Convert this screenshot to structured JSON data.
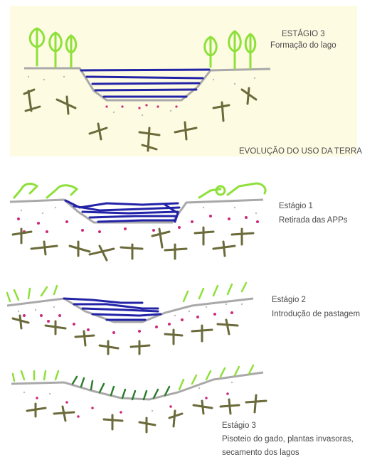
{
  "caption": "EVOLUÇÃO DO USO DA TERRA",
  "stages": [
    {
      "title": "ESTÁGIO 3",
      "lines": [
        "Formação do lago"
      ]
    },
    {
      "title": "Estágio 1",
      "lines": [
        "Retirada das APPs"
      ]
    },
    {
      "title": "Estágio 2",
      "lines": [
        "Introdução de pastagem"
      ]
    },
    {
      "title": "Estágio 3",
      "lines": [
        "Pisoteio do gado, plantas invasoras,",
        "secamento dos lagos"
      ]
    }
  ],
  "colors": {
    "ground": "#a9a9a9",
    "water": "#2323a8",
    "vegetation": "#8ee03a",
    "dark_vegetation": "#2e7d2e",
    "roots": "#6b6a3a",
    "sediment": "#cc2a7a",
    "panel_background": "#fefbe3"
  }
}
